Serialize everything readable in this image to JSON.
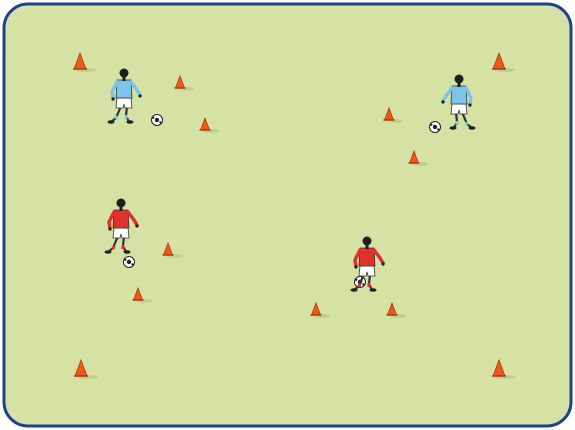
{
  "pitch": {
    "field_color": "#d6e2a4",
    "border_color": "#1f3f8f",
    "cone_color": "#ea5a1c",
    "ball_color": "#ffffff",
    "team_colors": {
      "blue_team_shirt": "#7ec3e8",
      "red_team_shirt": "#e0312c",
      "shorts": "#ffffff",
      "skin": "#1e1e1e"
    }
  },
  "cones": [
    {
      "name": "corner-cone-top-left"
    },
    {
      "name": "corner-cone-top-right"
    },
    {
      "name": "corner-cone-bottom-left"
    },
    {
      "name": "corner-cone-bottom-right"
    },
    {
      "name": "gate-cone-1"
    },
    {
      "name": "gate-cone-2"
    },
    {
      "name": "gate-cone-3"
    },
    {
      "name": "gate-cone-4"
    },
    {
      "name": "gate-cone-5"
    },
    {
      "name": "gate-cone-6"
    },
    {
      "name": "gate-cone-7"
    },
    {
      "name": "gate-cone-8"
    }
  ],
  "players": [
    {
      "name": "player-blue-top-left",
      "team": "blue",
      "pose": "dribbling"
    },
    {
      "name": "player-blue-top-right",
      "team": "blue",
      "pose": "dribbling"
    },
    {
      "name": "player-red-left",
      "team": "red",
      "pose": "dribbling"
    },
    {
      "name": "player-red-center",
      "team": "red",
      "pose": "dribbling"
    }
  ],
  "balls": [
    {
      "name": "ball-1"
    },
    {
      "name": "ball-2"
    },
    {
      "name": "ball-3"
    },
    {
      "name": "ball-4"
    }
  ]
}
